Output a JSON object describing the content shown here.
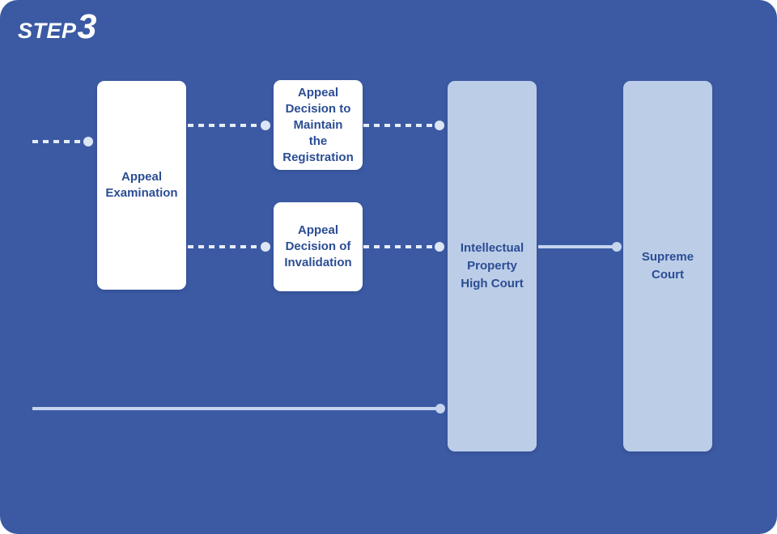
{
  "title": {
    "step_label": "STEP",
    "step_number": "3"
  },
  "boxes": {
    "appeal_examination": {
      "label": "Appeal\nExamination"
    },
    "decision_maintain": {
      "label": "Appeal\nDecision to\nMaintain\nthe\nRegistration"
    },
    "decision_invalidation": {
      "label": "Appeal\nDecision of\nInvalidation"
    },
    "ip_high_court": {
      "label": "Intellectual\nProperty\nHigh Court"
    },
    "supreme_court": {
      "label": "Supreme\nCourt"
    }
  },
  "connectors": [
    {
      "from": "outside-left",
      "to": "appeal-examination",
      "style": "dashed-with-dot"
    },
    {
      "from": "appeal-examination",
      "to": "decision-maintain",
      "style": "dashed-with-dot"
    },
    {
      "from": "decision-maintain",
      "to": "ip-high-court",
      "style": "dashed-with-dot"
    },
    {
      "from": "appeal-examination",
      "to": "decision-invalidation",
      "style": "dashed-with-dot"
    },
    {
      "from": "decision-invalidation",
      "to": "ip-high-court",
      "style": "dashed-with-dot"
    },
    {
      "from": "ip-high-court",
      "to": "supreme-court",
      "style": "solid-with-dot"
    },
    {
      "from": "outside-left",
      "to": "ip-high-court",
      "style": "solid-with-dot"
    }
  ],
  "colors": {
    "panel_background": "#3b5aa3",
    "white_box": "#ffffff",
    "light_box": "#bccde8",
    "box_text": "#2b4d94",
    "dashed_line": "#e7edf8",
    "solid_line": "#c6d4ee",
    "title_text": "#ffffff"
  }
}
